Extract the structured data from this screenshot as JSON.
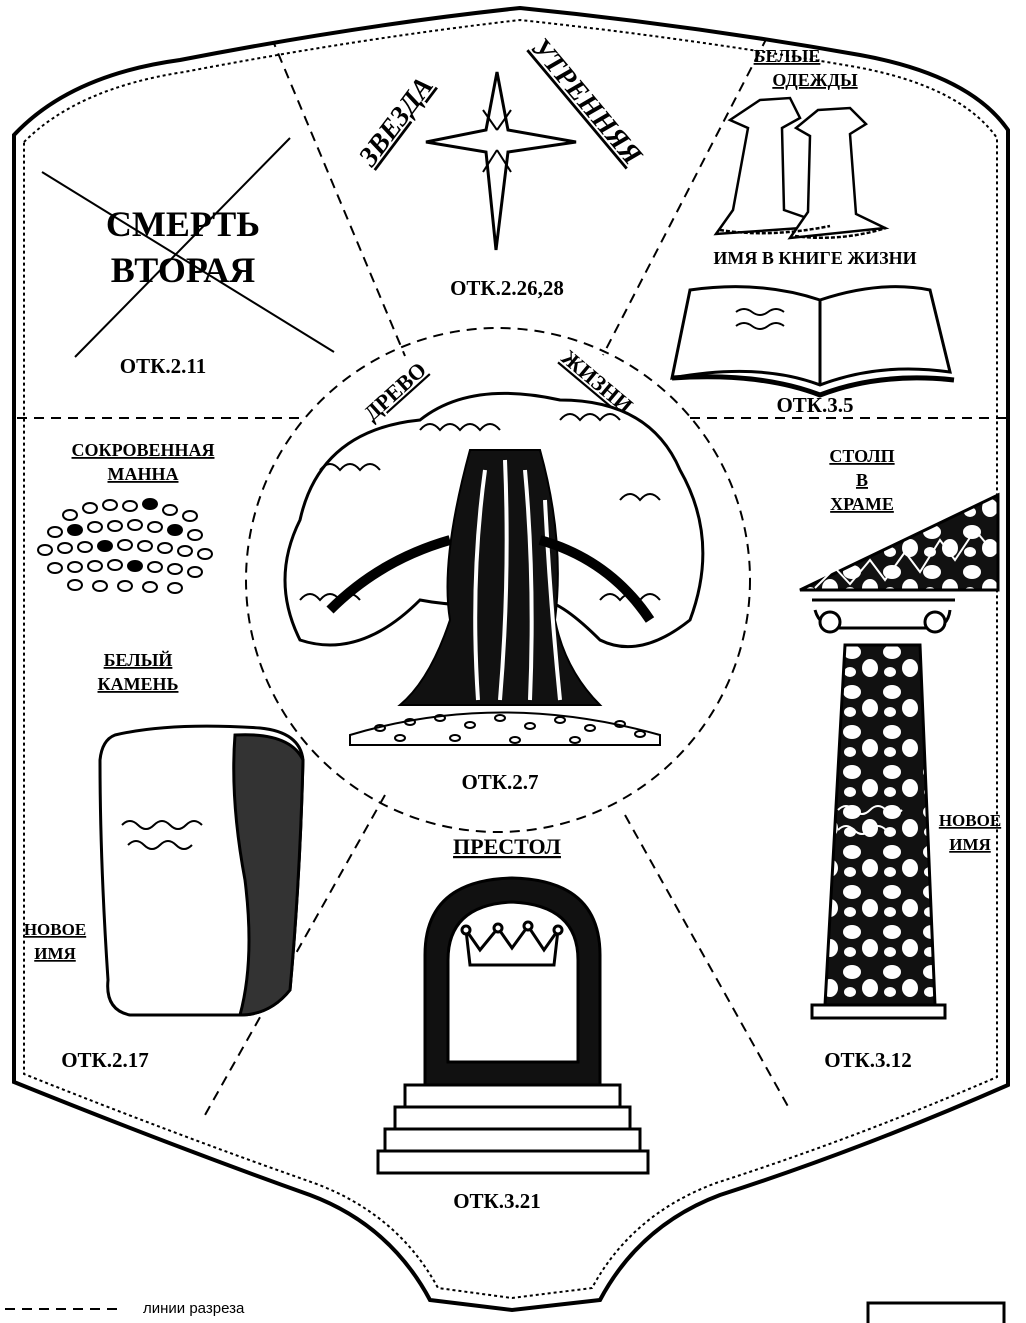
{
  "sections": {
    "death": {
      "title_line1": "СМЕРТЬ",
      "title_line2": "ВТОРАЯ",
      "ref": "ОТК.2.11"
    },
    "star": {
      "word1": "ЗВЕЗДА",
      "word2": "УТРЕННЯЯ",
      "ref": "ОТК.2.26,28"
    },
    "robes": {
      "title_line1": "БЕЛЫЕ",
      "title_line2": "ОДЕЖДЫ",
      "book_caption": "ИМЯ В КНИГЕ ЖИЗНИ",
      "ref": "ОТК.3.5"
    },
    "tree": {
      "word1": "ДРЕВО",
      "word2": "ЖИЗНИ",
      "ref": "ОТК.2.7"
    },
    "manna": {
      "title_line1": "СОКРОВЕННАЯ",
      "title_line2": "МАННА"
    },
    "stone": {
      "title_line1": "БЕЛЫЙ",
      "title_line2": "КАМЕНЬ",
      "name_line1": "НОВОЕ",
      "name_line2": "ИМЯ",
      "ref": "ОТК.2.17"
    },
    "pillar": {
      "title_line1": "СТОЛП",
      "title_line2": "В",
      "title_line3": "ХРАМЕ",
      "name_line1": "НОВОЕ",
      "name_line2": "ИМЯ",
      "ref": "ОТК.3.12"
    },
    "throne": {
      "title": "ПРЕСТОЛ",
      "ref": "ОТК.3.21"
    }
  },
  "legend": {
    "text": "линии разреза"
  }
}
